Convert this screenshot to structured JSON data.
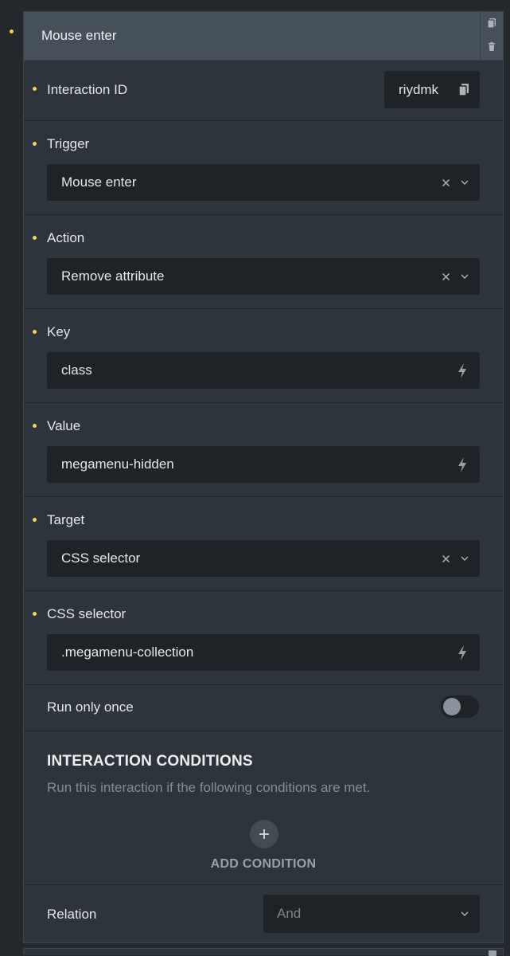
{
  "panel": {
    "title": "Mouse enter",
    "header_actions": [
      "copy-icon",
      "trash-icon"
    ]
  },
  "fields": {
    "interaction_id": {
      "label": "Interaction ID",
      "value": "riydmk",
      "icon": "copy-icon"
    },
    "trigger": {
      "label": "Trigger",
      "value": "Mouse enter"
    },
    "action": {
      "label": "Action",
      "value": "Remove attribute"
    },
    "key": {
      "label": "Key",
      "value": "class",
      "icon": "bolt-icon"
    },
    "value": {
      "label": "Value",
      "value": "megamenu-hidden",
      "icon": "bolt-icon"
    },
    "target": {
      "label": "Target",
      "value": "CSS selector"
    },
    "css_selector": {
      "label": "CSS selector",
      "value": ".megamenu-collection",
      "icon": "bolt-icon"
    },
    "run_only_once": {
      "label": "Run only once",
      "checked": false
    }
  },
  "conditions": {
    "title": "INTERACTION CONDITIONS",
    "description": "Run this interaction if the following conditions are met.",
    "add_label": "ADD CONDITION"
  },
  "relation": {
    "label": "Relation",
    "placeholder": "And"
  },
  "colors": {
    "modified_dot": "#f7d44a",
    "panel_bg": "#2d343b",
    "header_bg": "#45505a",
    "input_bg": "#1e2328"
  }
}
